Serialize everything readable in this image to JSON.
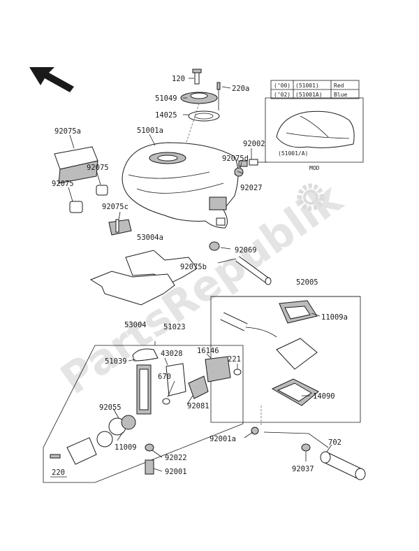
{
  "watermark": "PartsRepublik",
  "variant_table": {
    "rows": [
      {
        "code": "(’00)",
        "part": "(51001)",
        "color": "Red"
      },
      {
        "code": "(’02)",
        "part": "(51001A)",
        "color": "Blue"
      }
    ],
    "inset_label": "(51001/A)",
    "inset_caption": "MOD"
  },
  "parts": {
    "p120": "120",
    "p220a": "220a",
    "p51049": "51049",
    "p14025": "14025",
    "p51001a": "51001a",
    "p92075a": "92075a",
    "p92075_1": "92075",
    "p92075_2": "92075",
    "p92075c": "92075c",
    "p92075d": "92075d",
    "p92002": "92002",
    "p92027": "92027",
    "p53004a": "53004a",
    "p92069": "92069",
    "p92075b": "92075b",
    "p52005": "52005",
    "p11009a": "11009a",
    "p53004": "53004",
    "p51023": "51023",
    "p43028": "43028",
    "p16146": "16146",
    "p51039": "51039",
    "p670": "670",
    "p221": "221",
    "p92081": "92081",
    "p92055": "92055",
    "p11009": "11009",
    "p14090": "14090",
    "p92001a": "92001a",
    "p702": "702",
    "p92022": "92022",
    "p92001": "92001",
    "p92037": "92037",
    "p220": "220"
  }
}
